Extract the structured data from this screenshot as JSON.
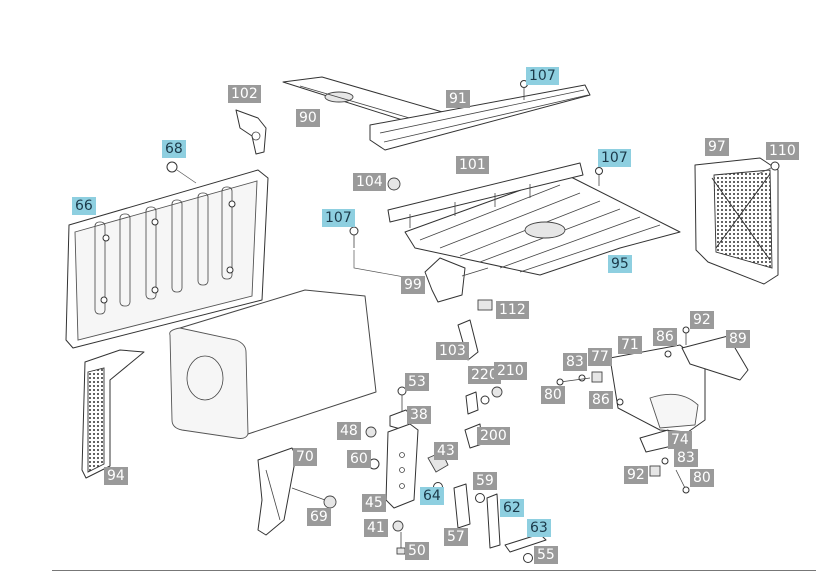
{
  "colors": {
    "callout": "#9a9a9a",
    "callout_highlight": "#8ecfe0"
  },
  "callouts": [
    {
      "id": "c107a",
      "label": "107",
      "highlight": true
    },
    {
      "id": "c91",
      "label": "91",
      "highlight": false
    },
    {
      "id": "c90",
      "label": "90",
      "highlight": false
    },
    {
      "id": "c102",
      "label": "102",
      "highlight": false
    },
    {
      "id": "c68",
      "label": "68",
      "highlight": true
    },
    {
      "id": "c66",
      "label": "66",
      "highlight": true
    },
    {
      "id": "c107b",
      "label": "107",
      "highlight": true
    },
    {
      "id": "c101",
      "label": "101",
      "highlight": false
    },
    {
      "id": "c104",
      "label": "104",
      "highlight": false
    },
    {
      "id": "c107c",
      "label": "107",
      "highlight": true
    },
    {
      "id": "c97",
      "label": "97",
      "highlight": false
    },
    {
      "id": "c110",
      "label": "110",
      "highlight": false
    },
    {
      "id": "c95",
      "label": "95",
      "highlight": true
    },
    {
      "id": "c99",
      "label": "99",
      "highlight": false
    },
    {
      "id": "c112",
      "label": "112",
      "highlight": false
    },
    {
      "id": "c103",
      "label": "103",
      "highlight": false
    },
    {
      "id": "c92a",
      "label": "92",
      "highlight": false
    },
    {
      "id": "c86a",
      "label": "86",
      "highlight": false
    },
    {
      "id": "c89",
      "label": "89",
      "highlight": false
    },
    {
      "id": "c71",
      "label": "71",
      "highlight": false
    },
    {
      "id": "c83a",
      "label": "83",
      "highlight": false
    },
    {
      "id": "c77",
      "label": "77",
      "highlight": false
    },
    {
      "id": "c80a",
      "label": "80",
      "highlight": false
    },
    {
      "id": "c86b",
      "label": "86",
      "highlight": false
    },
    {
      "id": "c74",
      "label": "74",
      "highlight": false
    },
    {
      "id": "c83b",
      "label": "83",
      "highlight": false
    },
    {
      "id": "c92b",
      "label": "92",
      "highlight": false
    },
    {
      "id": "c80b",
      "label": "80",
      "highlight": false
    },
    {
      "id": "c53",
      "label": "53",
      "highlight": false
    },
    {
      "id": "c38",
      "label": "38",
      "highlight": false
    },
    {
      "id": "c220",
      "label": "220",
      "highlight": false
    },
    {
      "id": "c210",
      "label": "210",
      "highlight": false
    },
    {
      "id": "c200",
      "label": "200",
      "highlight": false
    },
    {
      "id": "c48",
      "label": "48",
      "highlight": false
    },
    {
      "id": "c43",
      "label": "43",
      "highlight": false
    },
    {
      "id": "c60",
      "label": "60",
      "highlight": false
    },
    {
      "id": "c70",
      "label": "70",
      "highlight": false
    },
    {
      "id": "c64",
      "label": "64",
      "highlight": true
    },
    {
      "id": "c59",
      "label": "59",
      "highlight": false
    },
    {
      "id": "c45",
      "label": "45",
      "highlight": false
    },
    {
      "id": "c62",
      "label": "62",
      "highlight": true
    },
    {
      "id": "c94",
      "label": "94",
      "highlight": false
    },
    {
      "id": "c69",
      "label": "69",
      "highlight": false
    },
    {
      "id": "c41",
      "label": "41",
      "highlight": false
    },
    {
      "id": "c63",
      "label": "63",
      "highlight": true
    },
    {
      "id": "c57",
      "label": "57",
      "highlight": false
    },
    {
      "id": "c55",
      "label": "55",
      "highlight": false
    },
    {
      "id": "c50",
      "label": "50",
      "highlight": false
    }
  ]
}
